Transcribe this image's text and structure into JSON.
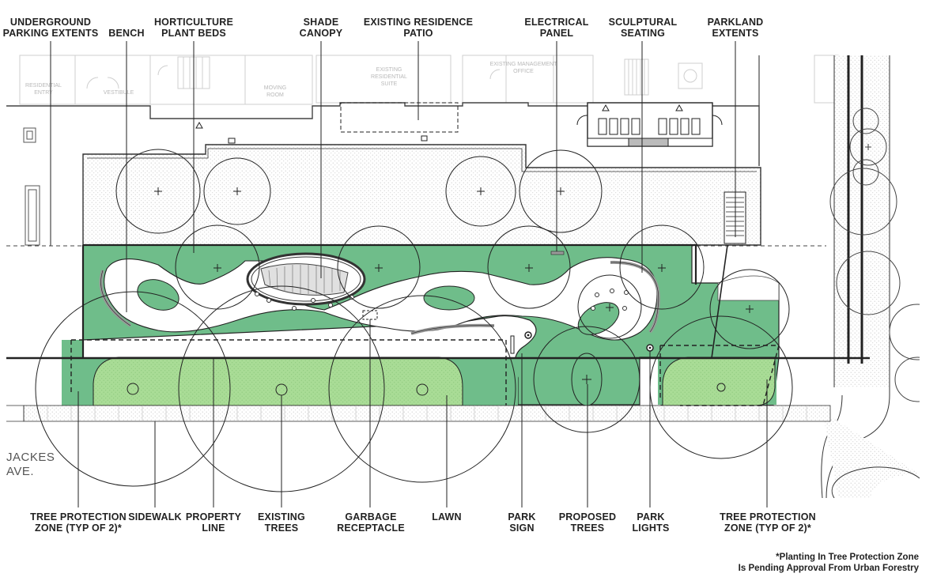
{
  "labels_top": {
    "underground_parking": [
      "UNDERGROUND",
      "PARKING EXTENTS"
    ],
    "bench": [
      "BENCH"
    ],
    "horticulture": [
      "HORTICULTURE",
      "PLANT BEDS"
    ],
    "shade_canopy": [
      "SHADE",
      "CANOPY"
    ],
    "residence_patio": [
      "EXISTING RESIDENCE",
      "PATIO"
    ],
    "electrical_panel": [
      "ELECTRICAL",
      "PANEL"
    ],
    "sculptural_seating": [
      "SCULPTURAL",
      "SEATING"
    ],
    "parkland_extents": [
      "PARKLAND",
      "EXTENTS"
    ]
  },
  "labels_bottom": {
    "tree_protection_left": [
      "TREE PROTECTION",
      "ZONE (TYP OF 2)*"
    ],
    "sidewalk": [
      "SIDEWALK"
    ],
    "property_line": [
      "PROPERTY",
      "LINE"
    ],
    "existing_trees": [
      "EXISTING",
      "TREES"
    ],
    "garbage": [
      "GARBAGE",
      "RECEPTACLE"
    ],
    "lawn": [
      "LAWN"
    ],
    "park_sign": [
      "PARK",
      "SIGN"
    ],
    "proposed_trees": [
      "PROPOSED",
      "TREES"
    ],
    "park_lights": [
      "PARK",
      "LIGHTS"
    ],
    "tree_protection_right": [
      "TREE PROTECTION",
      "ZONE (TYP OF 2)*"
    ]
  },
  "street": [
    "JACKES",
    "AVE."
  ],
  "building_rooms": {
    "residential_entry": [
      "RESIDENTIAL",
      "ENTRY"
    ],
    "vestibule": [
      "VESTIBULE"
    ],
    "moving_room": [
      "MOVING",
      "ROOM"
    ],
    "residential_suite": [
      "EXISTING",
      "RESIDENTIAL",
      "SUITE"
    ],
    "management_office": [
      "EXISTING MANAGEMENT",
      "OFFICE"
    ]
  },
  "footnote": [
    "*Planting In Tree Protection Zone",
    "Is Pending Approval From Urban Forestry"
  ],
  "colors": {
    "planting_green": "#6fbd8a",
    "light_green": "#a9dc96",
    "line": "#222222",
    "hatch": "#dcdcdc"
  }
}
